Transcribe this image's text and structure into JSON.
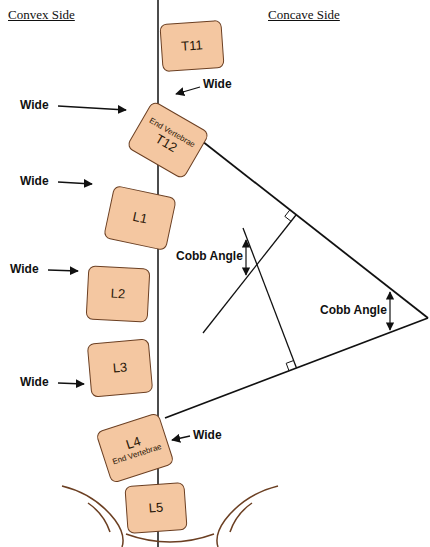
{
  "diagram": {
    "nodes": [
      {
        "text": [
          "T11"
        ]
      },
      {
        "text": [
          "End Vertebrae",
          "T12"
        ]
      },
      {
        "text": [
          "L1"
        ]
      },
      {
        "text": [
          "L2"
        ]
      },
      {
        "text": [
          "L3"
        ]
      },
      {
        "text": [
          "L4",
          "End Vertebrae"
        ]
      },
      {
        "text": [
          "L5"
        ]
      }
    ],
    "labels": [
      "Convex Side",
      "Concave Side",
      "Wide",
      "Wide",
      "Wide",
      "Wide",
      "Wide",
      "Wide",
      "Cobb Angle",
      "Cobb Angle"
    ]
  }
}
